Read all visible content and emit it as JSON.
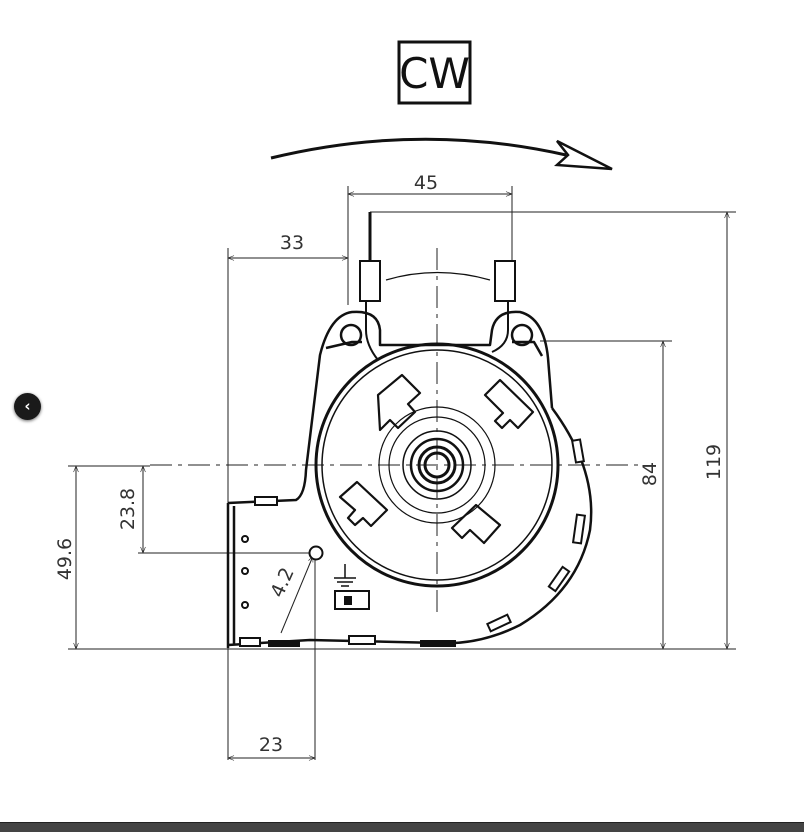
{
  "direction_label": "CW",
  "dimensions": {
    "width_top": "45",
    "offset_left": "33",
    "height_total": "119",
    "height_mid": "84",
    "outlet_height": "49.6",
    "outlet_center": "23.8",
    "hole_diameter": "4.2",
    "outlet_width": "23"
  },
  "nav": {
    "prev_icon": "chevron-left-icon"
  }
}
